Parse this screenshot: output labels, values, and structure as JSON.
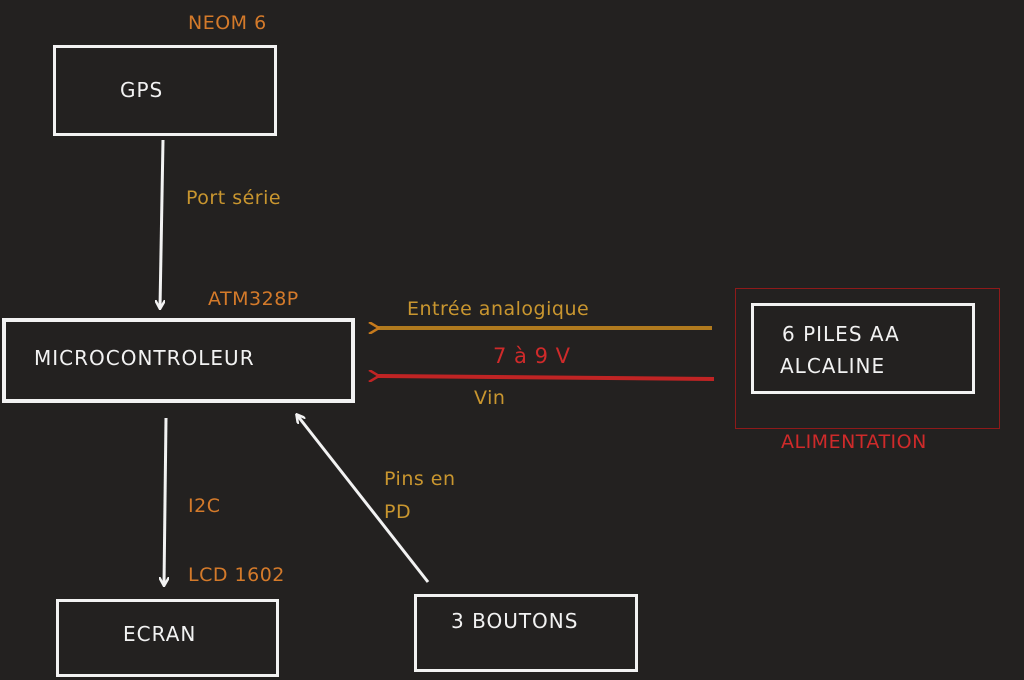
{
  "boxes": {
    "gps": "GPS",
    "micro": "MICROCONTROLEUR",
    "ecran": "ECRAN",
    "boutons": "3 BOUTONS",
    "piles_line1": "6 PILES AA",
    "piles_line2": "ALCALINE"
  },
  "labels": {
    "neom": "NEOM 6",
    "port_serie": "Port série",
    "atm": "ATM328P",
    "entree": "Entrée analogique",
    "volts": "7 à 9 V",
    "vin": "Vin",
    "pins_line1": "Pins en",
    "pins_line2": "PD",
    "i2c": "I2C",
    "lcd": "LCD 1602",
    "alimentation": "ALIMENTATION"
  },
  "colors": {
    "background": "#232120",
    "box_border": "#f2f2f2",
    "label_orange": "#d47a2a",
    "label_gold": "#c9962f",
    "label_red": "#cf2a2a",
    "arrow_white": "#f2f2f2",
    "arrow_gold": "#b07a1e",
    "arrow_red": "#c02424",
    "group_frame": "#8f1a1a"
  }
}
